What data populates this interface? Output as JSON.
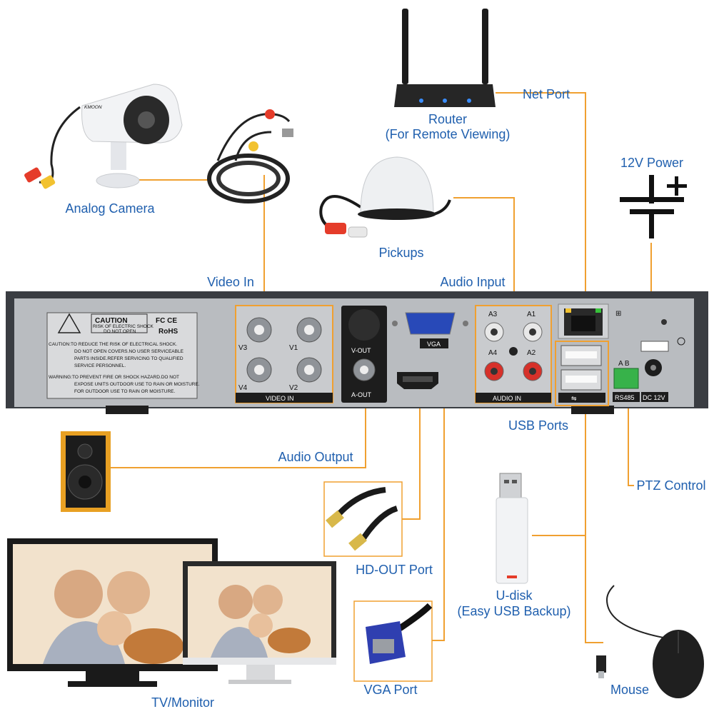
{
  "labels": {
    "router": "Router",
    "router_sub": "(For Remote Viewing)",
    "net_port": "Net Port",
    "power": "12V Power",
    "analog_camera": "Analog Camera",
    "pickups": "Pickups",
    "video_in": "Video In",
    "audio_input": "Audio Input",
    "usb_ports": "USB Ports",
    "audio_output": "Audio Output",
    "ptz_control": "PTZ Control",
    "hd_out_port": "HD-OUT Port",
    "u_disk": "U-disk",
    "u_disk_sub": "(Easy USB Backup)",
    "vga_port": "VGA Port",
    "mouse": "Mouse",
    "tv_monitor": "TV/Monitor"
  },
  "panel": {
    "caution_title": "CAUTION",
    "caution_sub1": "RISK OF ELECTRIC SHOCK",
    "caution_sub2": "DO NOT OPEN",
    "cert": "FC CE",
    "rohs": "RoHS",
    "caution_text": [
      "CAUTION:TO REDUCE THE RISK OF ELECTRICAL SHOCK.",
      "DO NOT OPEN COVERS.NO USER SERVICEABLE",
      "PARTS INSIDE.REFER SERVICING TO QUALIFIED",
      "SERVICE PERSONNEL."
    ],
    "warning_text": [
      "WARNING:TO PREVENT FIRE OR SHOCK HAZARD.DO NOT",
      "EXPOSE UNITS OUTDOOR USE TO RAIN OR MOISTURE.",
      "FOR OUTDOOR USE TO RAIN OR MOISTURE."
    ],
    "video_channels": [
      "V3",
      "V1",
      "V4",
      "V2"
    ],
    "video_in_tag": "VIDEO IN",
    "v_out": "V-OUT",
    "a_out": "A-OUT",
    "vga_tag": "VGA",
    "audio_channels": [
      "A3",
      "A1",
      "A4",
      "A2"
    ],
    "audio_in_tag": "AUDIO IN",
    "ab": "A  B",
    "rs485": "RS485",
    "dc12v": "DC 12V",
    "camera_brand": "KMOON"
  },
  "colors": {
    "label_blue": "#1f5fae",
    "wire_orange": "#f0a030",
    "panel_gray": "#b9bcc0",
    "frame_dark": "#3a3d42"
  }
}
